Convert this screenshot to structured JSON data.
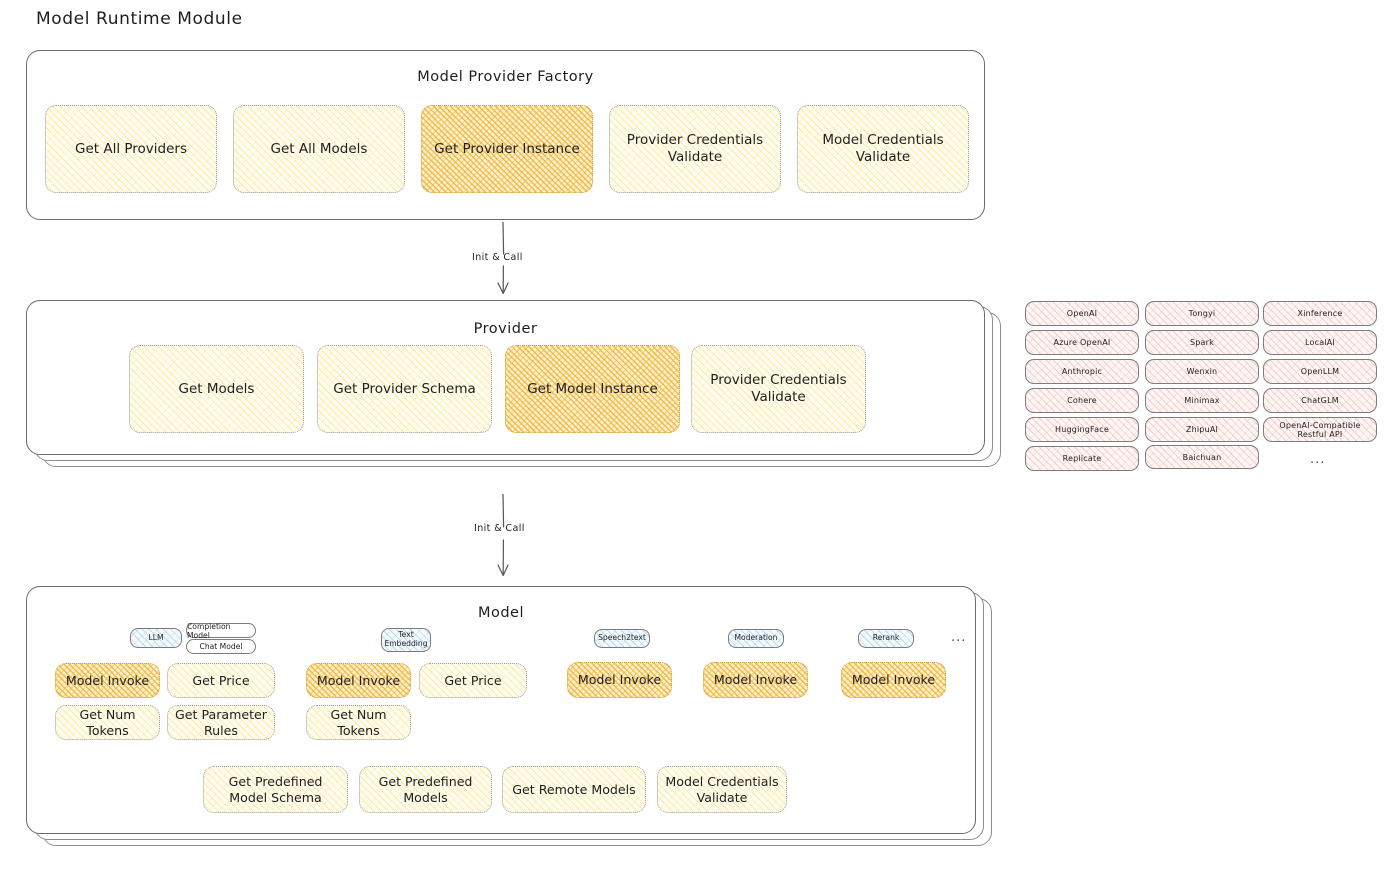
{
  "page": {
    "title": "Model Runtime Module"
  },
  "factory": {
    "title": "Model Provider Factory",
    "nodes": [
      {
        "label": "Get All Providers",
        "highlight": false
      },
      {
        "label": "Get All Models",
        "highlight": false
      },
      {
        "label": "Get Provider Instance",
        "highlight": true
      },
      {
        "label": "Provider Credentials Validate",
        "highlight": false
      },
      {
        "label": "Model Credentials Validate",
        "highlight": false
      }
    ]
  },
  "arrow1": {
    "label": "Init & Call"
  },
  "provider": {
    "title": "Provider",
    "nodes": [
      {
        "label": "Get Models",
        "highlight": false
      },
      {
        "label": "Get Provider Schema",
        "highlight": false
      },
      {
        "label": "Get Model Instance",
        "highlight": true
      },
      {
        "label": "Provider Credentials Validate",
        "highlight": false
      }
    ]
  },
  "arrow2": {
    "label": "Init & Call"
  },
  "provider_list": {
    "column1": [
      "OpenAI",
      "Azure OpenAI",
      "Anthropic",
      "Cohere",
      "HuggingFace",
      "Replicate"
    ],
    "column2": [
      "Tongyi",
      "Spark",
      "Wenxin",
      "Minimax",
      "ZhipuAI",
      "Baichuan"
    ],
    "column3": [
      "Xinference",
      "LocalAI",
      "OpenLLM",
      "ChatGLM",
      "OpenAI-Compatible Restful API"
    ],
    "more": "..."
  },
  "model": {
    "title": "Model",
    "more": "...",
    "groups": [
      {
        "badge": "LLM",
        "sub_badges": [
          "Completion Model",
          "Chat Model"
        ],
        "nodes": [
          {
            "label": "Model Invoke",
            "highlight": true
          },
          {
            "label": "Get Price",
            "highlight": false
          },
          {
            "label": "Get Num Tokens",
            "highlight": false
          },
          {
            "label": "Get Parameter Rules",
            "highlight": false
          }
        ]
      },
      {
        "badge": "Text Embedding",
        "sub_badges": [],
        "nodes": [
          {
            "label": "Model Invoke",
            "highlight": true
          },
          {
            "label": "Get Price",
            "highlight": false
          },
          {
            "label": "Get Num Tokens",
            "highlight": false
          }
        ]
      },
      {
        "badge": "Speech2text",
        "sub_badges": [],
        "nodes": [
          {
            "label": "Model Invoke",
            "highlight": true
          }
        ]
      },
      {
        "badge": "Moderation",
        "sub_badges": [],
        "nodes": [
          {
            "label": "Model Invoke",
            "highlight": true
          }
        ]
      },
      {
        "badge": "Rerank",
        "sub_badges": [],
        "nodes": [
          {
            "label": "Model Invoke",
            "highlight": true
          }
        ]
      }
    ],
    "common_nodes": [
      {
        "label": "Get Predefined Model Schema"
      },
      {
        "label": "Get Predefined Models"
      },
      {
        "label": "Get Remote Models"
      },
      {
        "label": "Model Credentials Validate"
      }
    ]
  },
  "colors": {
    "highlight_fill": "#efb028",
    "normal_fill": "#f3d03f",
    "provider_fill": "#e07a6e",
    "badge_fill": "#5ca0d6",
    "stroke": "#1e1e1e"
  }
}
